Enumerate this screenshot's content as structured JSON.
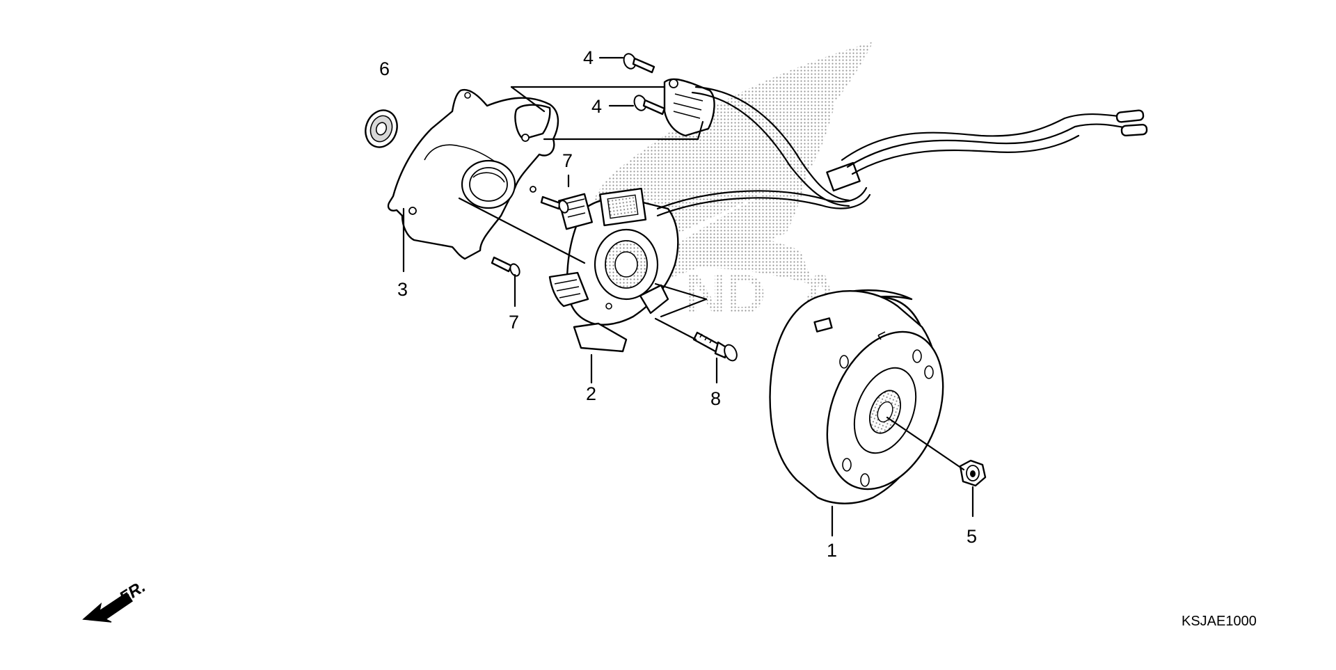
{
  "diagram": {
    "code": "KSJAE1000",
    "front_marker": "FR.",
    "callouts": [
      "1",
      "2",
      "3",
      "4",
      "4",
      "5",
      "6",
      "7",
      "7",
      "8"
    ]
  }
}
